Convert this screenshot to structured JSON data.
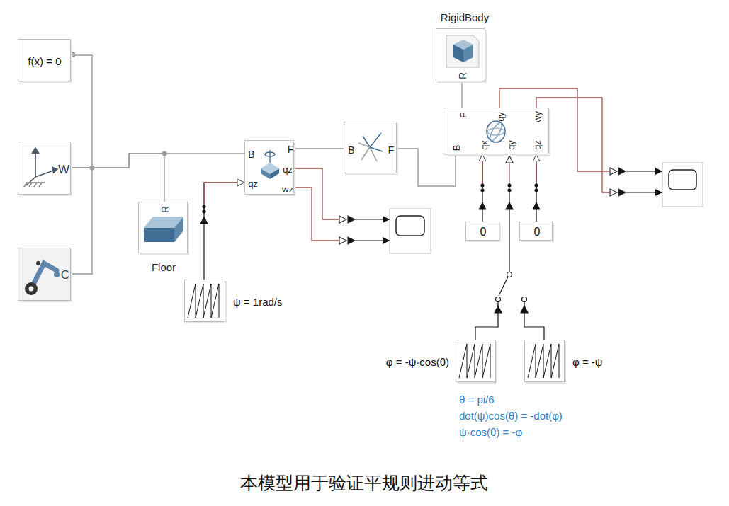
{
  "diagram": {
    "caption": "本模型用于验证平规则进动等式",
    "nodes": [
      {
        "text": [
          "f(x) = 0"
        ]
      },
      {
        "text": [
          "W"
        ]
      },
      {
        "text": [
          "C"
        ]
      },
      {
        "text": [
          "R",
          "Floor"
        ]
      },
      {
        "text": [
          "B",
          "F",
          "qz",
          "qz",
          "wz"
        ]
      },
      {
        "text": [
          "B",
          "F"
        ]
      },
      {
        "text": [
          "RigidBody",
          "R"
        ]
      },
      {
        "text": [
          "F",
          "qy",
          "wy",
          "B",
          "qx",
          "qy",
          "qz"
        ]
      },
      {
        "text": [
          "ψ = 1rad/s"
        ]
      },
      {
        "text": [
          "0"
        ]
      },
      {
        "text": [
          "0"
        ]
      },
      {
        "text": [
          "φ = -ψ·cos(θ)"
        ]
      },
      {
        "text": [
          "φ = -ψ"
        ]
      }
    ],
    "edges": [
      {
        "from": 0,
        "to": 1,
        "arrow": "none"
      },
      {
        "from": 2,
        "to": 1,
        "arrow": "none"
      },
      {
        "from": 1,
        "to": 3,
        "arrow": "none"
      },
      {
        "from": 1,
        "to": 4,
        "arrow": "none"
      },
      {
        "from": 4,
        "to": 5,
        "arrow": "none"
      },
      {
        "from": 5,
        "to": 7,
        "arrow": "none"
      },
      {
        "from": 6,
        "to": 7,
        "arrow": "none"
      },
      {
        "from": 8,
        "to": 4,
        "arrow": "to"
      },
      {
        "from": 9,
        "to": 7,
        "arrow": "to"
      },
      {
        "from": 10,
        "to": 7,
        "arrow": "to"
      }
    ],
    "labels": [
      "θ = pi/6",
      "dot(ψ)cos(θ) = -dot(φ)",
      "ψ·cos(θ) = -φ"
    ]
  }
}
